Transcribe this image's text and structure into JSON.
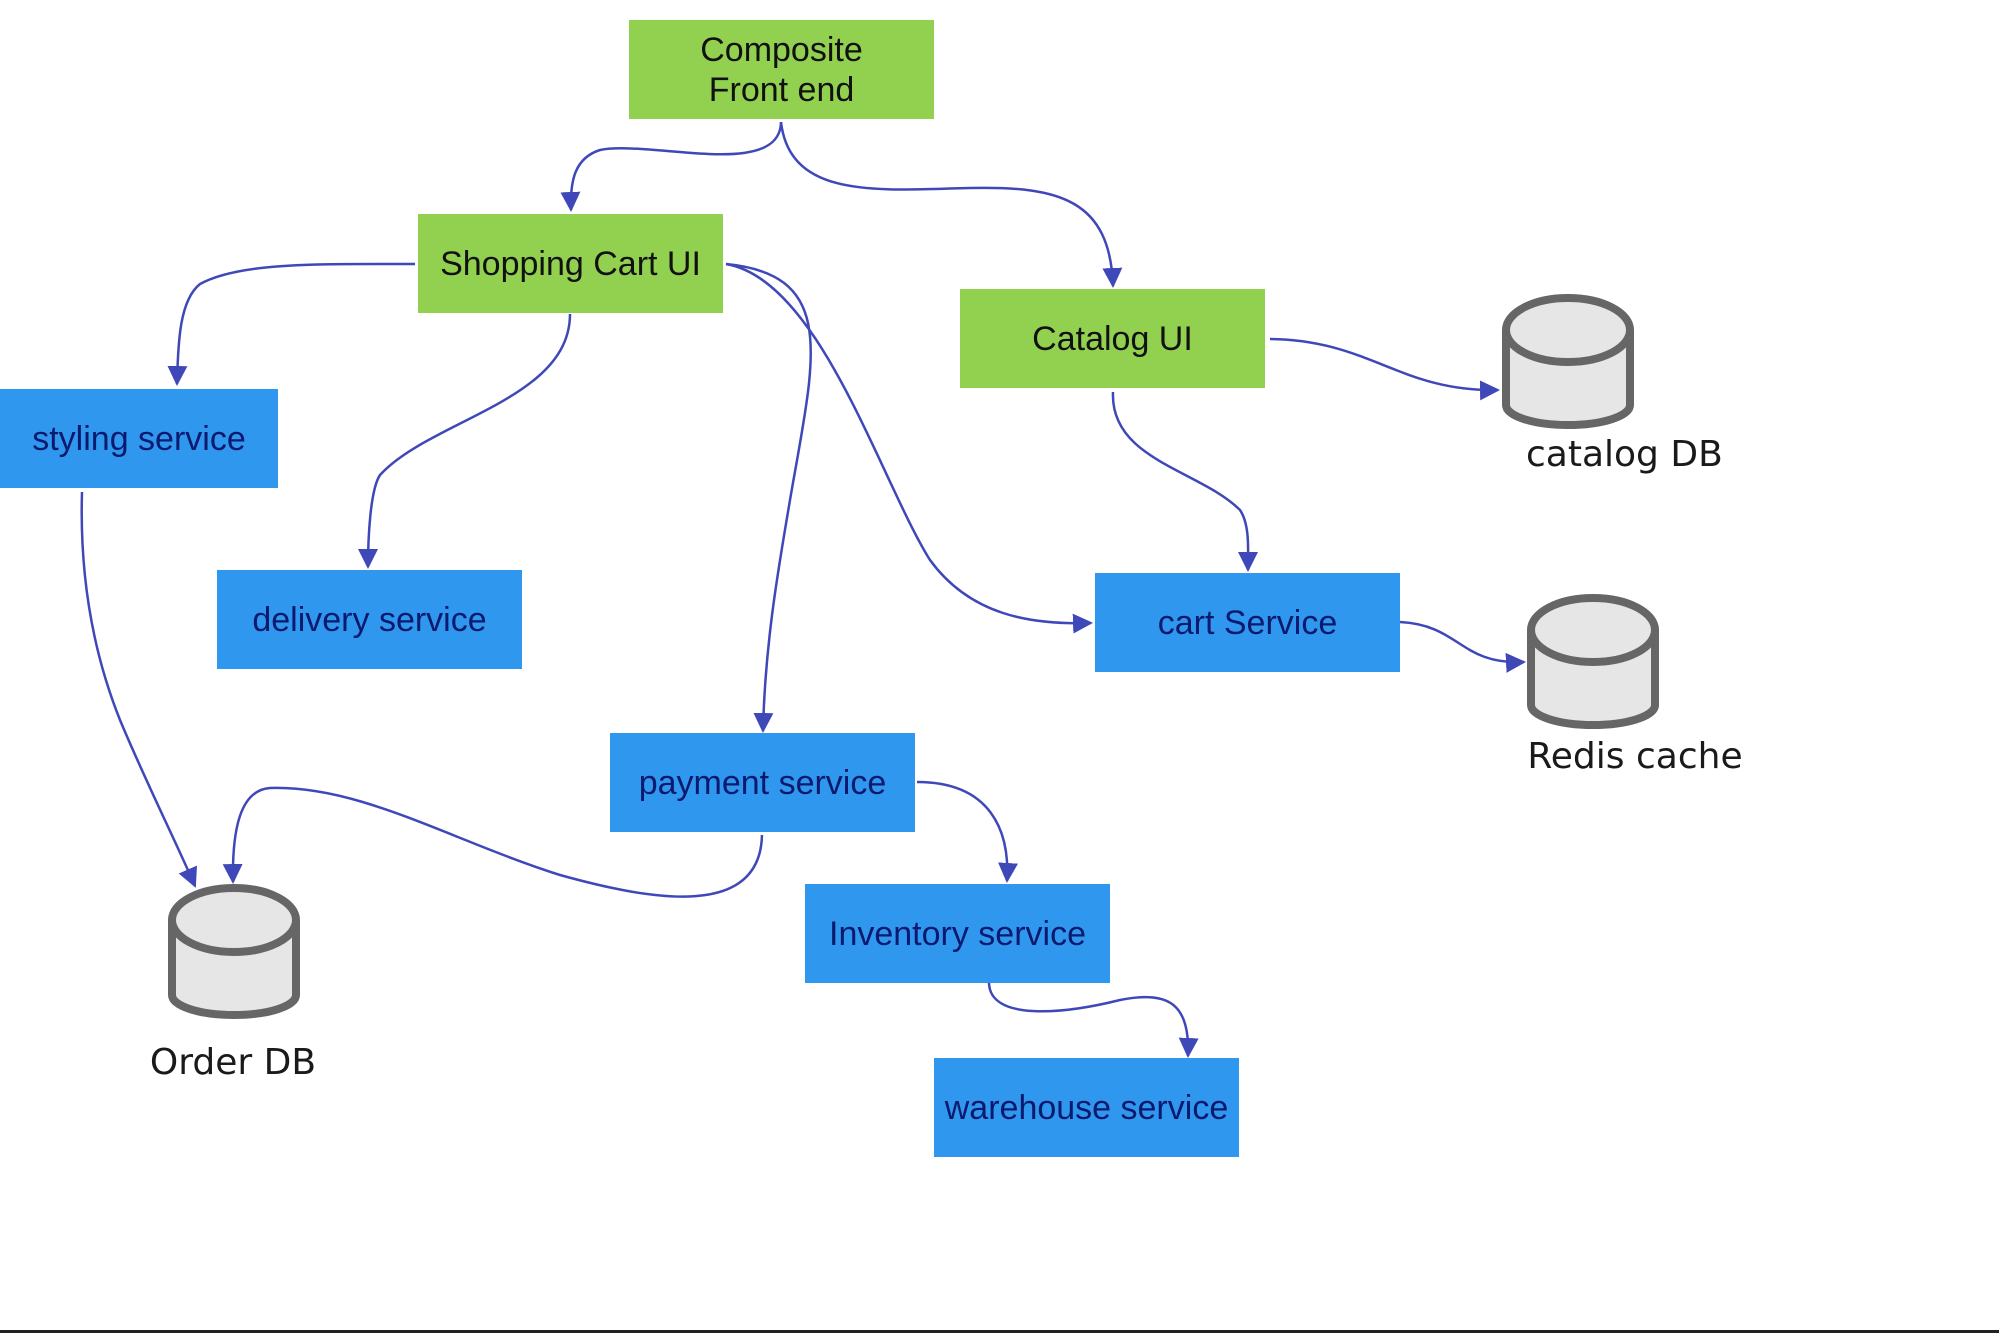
{
  "nodes": {
    "composite_frontend": "Composite Front end",
    "shopping_cart_ui": "Shopping Cart UI",
    "catalog_ui": "Catalog UI",
    "styling_service": "styling service",
    "delivery_service": "delivery service",
    "cart_service": "cart Service",
    "payment_service": "payment service",
    "inventory_service": "Inventory service",
    "warehouse_service": "warehouse service"
  },
  "databases": {
    "catalog_db": "catalog DB",
    "redis_cache": "Redis cache",
    "order_db": "Order DB"
  },
  "edges": [
    {
      "from": "Composite Front end",
      "to": "Shopping Cart UI"
    },
    {
      "from": "Composite Front end",
      "to": "Catalog UI"
    },
    {
      "from": "Shopping Cart UI",
      "to": "styling service"
    },
    {
      "from": "Shopping Cart UI",
      "to": "delivery service"
    },
    {
      "from": "Shopping Cart UI",
      "to": "payment service"
    },
    {
      "from": "Shopping Cart UI",
      "to": "cart Service"
    },
    {
      "from": "Catalog UI",
      "to": "catalog DB"
    },
    {
      "from": "Catalog UI",
      "to": "cart Service"
    },
    {
      "from": "cart Service",
      "to": "Redis cache"
    },
    {
      "from": "styling service",
      "to": "Order DB"
    },
    {
      "from": "payment service",
      "to": "Order DB"
    },
    {
      "from": "payment service",
      "to": "Inventory service"
    },
    {
      "from": "Inventory service",
      "to": "warehouse service"
    }
  ],
  "colors": {
    "ui_node": "#92d050",
    "service_node": "#2f97ee",
    "edge": "#3f48b8",
    "db_fill": "#e6e6e6",
    "db_stroke": "#666666"
  }
}
